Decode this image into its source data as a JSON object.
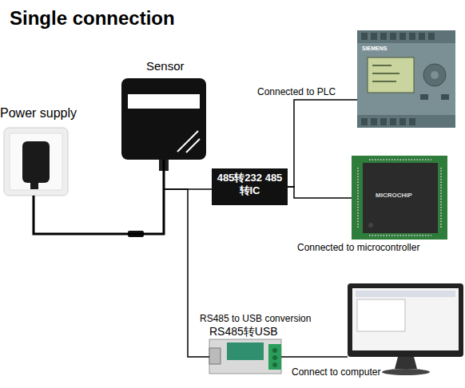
{
  "diagram": {
    "title": "Single connection",
    "nodes": [
      {
        "text": [
          "Power supply"
        ]
      },
      {
        "text": [
          "Sensor"
        ]
      },
      {
        "text": [
          "485转232 485转IC"
        ]
      },
      {
        "text": [
          "Connected to PLC",
          "SIEMENS"
        ]
      },
      {
        "text": [
          "Connected to microcontroller",
          "MICROCHIP"
        ]
      },
      {
        "text": [
          "RS485 to USB conversion",
          "RS485转USB"
        ]
      },
      {
        "text": [
          "Connect to computer"
        ]
      }
    ],
    "edges": [
      {
        "from": 0,
        "to": 1,
        "arrow": "none"
      },
      {
        "from": 1,
        "to": 2,
        "arrow": "none"
      },
      {
        "from": 1,
        "to": 5,
        "arrow": "none"
      },
      {
        "from": 2,
        "to": 3,
        "arrow": "none"
      },
      {
        "from": 2,
        "to": 4,
        "arrow": "none"
      },
      {
        "from": 5,
        "to": 6,
        "arrow": "none"
      }
    ]
  }
}
